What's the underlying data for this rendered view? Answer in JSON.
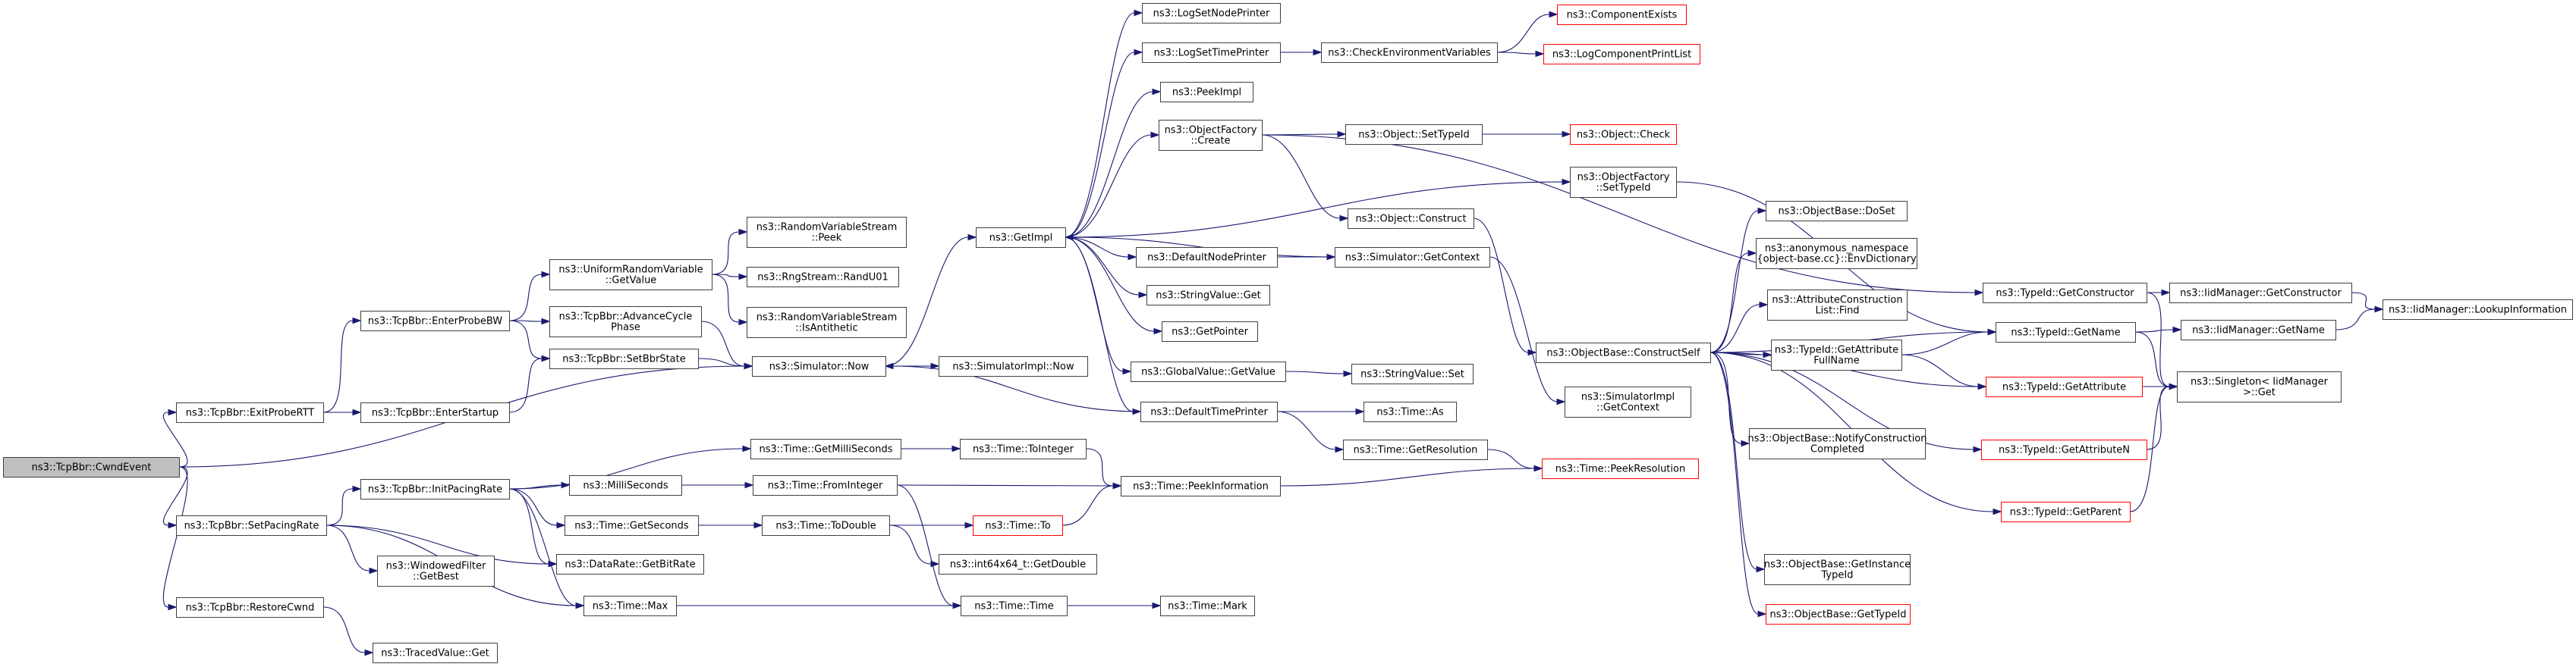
{
  "colors": {
    "node_border": "#404040",
    "node_fill": "#ffffff",
    "root_fill": "#bfbfbf",
    "external_border": "#ff0000",
    "edge": "#191970"
  },
  "nodes": [
    {
      "id": "cwndevent",
      "lines": [
        "ns3::TcpBbr::CwndEvent"
      ],
      "style": "root"
    },
    {
      "id": "exitprobertt",
      "lines": [
        "ns3::TcpBbr::ExitProbeRTT"
      ],
      "style": "normal"
    },
    {
      "id": "setpacingrate",
      "lines": [
        "ns3::TcpBbr::SetPacingRate"
      ],
      "style": "normal"
    },
    {
      "id": "restorecwnd",
      "lines": [
        "ns3::TcpBbr::RestoreCwnd"
      ],
      "style": "normal"
    },
    {
      "id": "enterprobebw",
      "lines": [
        "ns3::TcpBbr::EnterProbeBW"
      ],
      "style": "normal"
    },
    {
      "id": "enterstartup",
      "lines": [
        "ns3::TcpBbr::EnterStartup"
      ],
      "style": "normal"
    },
    {
      "id": "initpacingrate",
      "lines": [
        "ns3::TcpBbr::InitPacingRate"
      ],
      "style": "normal"
    },
    {
      "id": "windowedgetbest",
      "lines": [
        "ns3::WindowedFilter",
        "::GetBest"
      ],
      "style": "normal"
    },
    {
      "id": "tracedget",
      "lines": [
        "ns3::TracedValue::Get"
      ],
      "style": "normal"
    },
    {
      "id": "urvgetvalue",
      "lines": [
        "ns3::UniformRandomVariable",
        "::GetValue"
      ],
      "style": "normal"
    },
    {
      "id": "advancecycle",
      "lines": [
        "ns3::TcpBbr::AdvanceCycle",
        "Phase"
      ],
      "style": "normal"
    },
    {
      "id": "setbbrstate",
      "lines": [
        "ns3::TcpBbr::SetBbrState"
      ],
      "style": "normal"
    },
    {
      "id": "milliseconds",
      "lines": [
        "ns3::MilliSeconds"
      ],
      "style": "normal"
    },
    {
      "id": "getmilliseconds",
      "lines": [
        "ns3::Time::GetMilliSeconds"
      ],
      "style": "normal"
    },
    {
      "id": "getseconds",
      "lines": [
        "ns3::Time::GetSeconds"
      ],
      "style": "normal"
    },
    {
      "id": "getbitrate",
      "lines": [
        "ns3::DataRate::GetBitRate"
      ],
      "style": "normal"
    },
    {
      "id": "timemax",
      "lines": [
        "ns3::Time::Max"
      ],
      "style": "normal"
    },
    {
      "id": "rvspeek",
      "lines": [
        "ns3::RandomVariableStream",
        "::Peek"
      ],
      "style": "normal"
    },
    {
      "id": "randu01",
      "lines": [
        "ns3::RngStream::RandU01"
      ],
      "style": "normal"
    },
    {
      "id": "isantithetic",
      "lines": [
        "ns3::RandomVariableStream",
        "::IsAntithetic"
      ],
      "style": "normal"
    },
    {
      "id": "simnow",
      "lines": [
        "ns3::Simulator::Now"
      ],
      "style": "normal"
    },
    {
      "id": "fromint",
      "lines": [
        "ns3::Time::FromInteger"
      ],
      "style": "normal"
    },
    {
      "id": "toint",
      "lines": [
        "ns3::Time::ToInteger"
      ],
      "style": "normal"
    },
    {
      "id": "todouble",
      "lines": [
        "ns3::Time::ToDouble"
      ],
      "style": "normal"
    },
    {
      "id": "simimplnow",
      "lines": [
        "ns3::SimulatorImpl::Now"
      ],
      "style": "normal"
    },
    {
      "id": "getimpl",
      "lines": [
        "ns3::GetImpl"
      ],
      "style": "normal"
    },
    {
      "id": "peekinfo",
      "lines": [
        "ns3::Time::PeekInformation"
      ],
      "style": "normal"
    },
    {
      "id": "timeto",
      "lines": [
        "ns3::Time::To"
      ],
      "style": "external"
    },
    {
      "id": "int64getdouble",
      "lines": [
        "ns3::int64x64_t::GetDouble"
      ],
      "style": "normal"
    },
    {
      "id": "timetime",
      "lines": [
        "ns3::Time::Time"
      ],
      "style": "normal"
    },
    {
      "id": "logsetnode",
      "lines": [
        "ns3::LogSetNodePrinter"
      ],
      "style": "normal"
    },
    {
      "id": "logsettime",
      "lines": [
        "ns3::LogSetTimePrinter"
      ],
      "style": "normal"
    },
    {
      "id": "peekimpl",
      "lines": [
        "ns3::PeekImpl"
      ],
      "style": "normal"
    },
    {
      "id": "ofcreate",
      "lines": [
        "ns3::ObjectFactory",
        "::Create"
      ],
      "style": "normal"
    },
    {
      "id": "defnodeprinter",
      "lines": [
        "ns3::DefaultNodePrinter"
      ],
      "style": "normal"
    },
    {
      "id": "stringvalget",
      "lines": [
        "ns3::StringValue::Get"
      ],
      "style": "normal"
    },
    {
      "id": "getpointer",
      "lines": [
        "ns3::GetPointer"
      ],
      "style": "normal"
    },
    {
      "id": "globalgetvalue",
      "lines": [
        "ns3::GlobalValue::GetValue"
      ],
      "style": "normal"
    },
    {
      "id": "deftimeprinter",
      "lines": [
        "ns3::DefaultTimePrinter"
      ],
      "style": "normal"
    },
    {
      "id": "timemark",
      "lines": [
        "ns3::Time::Mark"
      ],
      "style": "normal"
    },
    {
      "id": "checkenv",
      "lines": [
        "ns3::CheckEnvironmentVariables"
      ],
      "style": "normal"
    },
    {
      "id": "objsettypeid",
      "lines": [
        "ns3::Object::SetTypeId"
      ],
      "style": "normal"
    },
    {
      "id": "objconstruct",
      "lines": [
        "ns3::Object::Construct"
      ],
      "style": "normal"
    },
    {
      "id": "simgetcontext",
      "lines": [
        "ns3::Simulator::GetContext"
      ],
      "style": "normal"
    },
    {
      "id": "stringvalset",
      "lines": [
        "ns3::StringValue::Set"
      ],
      "style": "normal"
    },
    {
      "id": "timeas",
      "lines": [
        "ns3::Time::As"
      ],
      "style": "normal"
    },
    {
      "id": "getresolution",
      "lines": [
        "ns3::Time::GetResolution"
      ],
      "style": "normal"
    },
    {
      "id": "compexists",
      "lines": [
        "ns3::ComponentExists"
      ],
      "style": "external"
    },
    {
      "id": "logcomplist",
      "lines": [
        "ns3::LogComponentPrintList"
      ],
      "style": "external"
    },
    {
      "id": "objcheck",
      "lines": [
        "ns3::Object::Check"
      ],
      "style": "external"
    },
    {
      "id": "ofsettypeid",
      "lines": [
        "ns3::ObjectFactory",
        "::SetTypeId"
      ],
      "style": "normal"
    },
    {
      "id": "constructself",
      "lines": [
        "ns3::ObjectBase::ConstructSelf"
      ],
      "style": "normal"
    },
    {
      "id": "simimplgetcontext",
      "lines": [
        "ns3::SimulatorImpl",
        "::GetContext"
      ],
      "style": "normal"
    },
    {
      "id": "peekresolution",
      "lines": [
        "ns3::Time::PeekResolution"
      ],
      "style": "external"
    },
    {
      "id": "doset",
      "lines": [
        "ns3::ObjectBase::DoSet"
      ],
      "style": "normal"
    },
    {
      "id": "envdict",
      "lines": [
        "ns3::anonymous_namespace",
        "{object-base.cc}::EnvDictionary"
      ],
      "style": "normal"
    },
    {
      "id": "attrlistfind",
      "lines": [
        "ns3::AttributeConstruction",
        "List::Find"
      ],
      "style": "normal"
    },
    {
      "id": "getattrfull",
      "lines": [
        "ns3::TypeId::GetAttribute",
        "FullName"
      ],
      "style": "normal"
    },
    {
      "id": "notifyconstruct",
      "lines": [
        "ns3::ObjectBase::NotifyConstruction",
        "Completed"
      ],
      "style": "normal"
    },
    {
      "id": "getinstancetypeid",
      "lines": [
        "ns3::ObjectBase::GetInstance",
        "TypeId"
      ],
      "style": "normal"
    },
    {
      "id": "obgettypeid",
      "lines": [
        "ns3::ObjectBase::GetTypeId"
      ],
      "style": "external"
    },
    {
      "id": "getconstructor",
      "lines": [
        "ns3::TypeId::GetConstructor"
      ],
      "style": "normal"
    },
    {
      "id": "getname",
      "lines": [
        "ns3::TypeId::GetName"
      ],
      "style": "normal"
    },
    {
      "id": "getattribute",
      "lines": [
        "ns3::TypeId::GetAttribute"
      ],
      "style": "external"
    },
    {
      "id": "getattributen",
      "lines": [
        "ns3::TypeId::GetAttributeN"
      ],
      "style": "external"
    },
    {
      "id": "getparent",
      "lines": [
        "ns3::TypeId::GetParent"
      ],
      "style": "external"
    },
    {
      "id": "iidgetconstructor",
      "lines": [
        "ns3::IidManager::GetConstructor"
      ],
      "style": "normal"
    },
    {
      "id": "iidgetname",
      "lines": [
        "ns3::IidManager::GetName"
      ],
      "style": "normal"
    },
    {
      "id": "singletonget",
      "lines": [
        "ns3::Singleton< IidManager",
        " >::Get"
      ],
      "style": "normal"
    },
    {
      "id": "lookupinfo",
      "lines": [
        "ns3::IidManager::LookupInformation"
      ],
      "style": "normal"
    }
  ],
  "edges": [
    [
      "cwndevent",
      "exitprobertt"
    ],
    [
      "cwndevent",
      "setpacingrate"
    ],
    [
      "cwndevent",
      "restorecwnd"
    ],
    [
      "cwndevent",
      "simnow"
    ],
    [
      "exitprobertt",
      "enterprobebw"
    ],
    [
      "exitprobertt",
      "enterstartup"
    ],
    [
      "setpacingrate",
      "initpacingrate"
    ],
    [
      "setpacingrate",
      "windowedgetbest"
    ],
    [
      "setpacingrate",
      "getbitrate"
    ],
    [
      "setpacingrate",
      "timemax"
    ],
    [
      "restorecwnd",
      "tracedget"
    ],
    [
      "enterprobebw",
      "urvgetvalue"
    ],
    [
      "enterprobebw",
      "advancecycle"
    ],
    [
      "enterprobebw",
      "setbbrstate"
    ],
    [
      "enterstartup",
      "setbbrstate"
    ],
    [
      "initpacingrate",
      "getmilliseconds"
    ],
    [
      "initpacingrate",
      "milliseconds"
    ],
    [
      "initpacingrate",
      "getseconds"
    ],
    [
      "initpacingrate",
      "getbitrate"
    ],
    [
      "initpacingrate",
      "timemax"
    ],
    [
      "urvgetvalue",
      "rvspeek"
    ],
    [
      "urvgetvalue",
      "randu01"
    ],
    [
      "urvgetvalue",
      "isantithetic"
    ],
    [
      "advancecycle",
      "simnow"
    ],
    [
      "setbbrstate",
      "simnow"
    ],
    [
      "milliseconds",
      "fromint"
    ],
    [
      "getmilliseconds",
      "toint"
    ],
    [
      "getseconds",
      "todouble"
    ],
    [
      "timemax",
      "timetime"
    ],
    [
      "simnow",
      "simimplnow"
    ],
    [
      "simnow",
      "getimpl"
    ],
    [
      "fromint",
      "peekinfo"
    ],
    [
      "fromint",
      "timetime"
    ],
    [
      "toint",
      "peekinfo"
    ],
    [
      "todouble",
      "timeto"
    ],
    [
      "todouble",
      "int64getdouble"
    ],
    [
      "timeto",
      "peekinfo"
    ],
    [
      "timetime",
      "timemark"
    ],
    [
      "getimpl",
      "logsetnode"
    ],
    [
      "getimpl",
      "logsettime"
    ],
    [
      "getimpl",
      "peekimpl"
    ],
    [
      "getimpl",
      "ofcreate"
    ],
    [
      "getimpl",
      "ofsettypeid"
    ],
    [
      "getimpl",
      "defnodeprinter"
    ],
    [
      "getimpl",
      "stringvalget"
    ],
    [
      "getimpl",
      "getpointer"
    ],
    [
      "getimpl",
      "globalgetvalue"
    ],
    [
      "getimpl",
      "deftimeprinter"
    ],
    [
      "logsettime",
      "checkenv"
    ],
    [
      "checkenv",
      "compexists"
    ],
    [
      "checkenv",
      "logcomplist"
    ],
    [
      "ofcreate",
      "objsettypeid"
    ],
    [
      "ofcreate",
      "objconstruct"
    ],
    [
      "ofcreate",
      "getconstructor"
    ],
    [
      "objsettypeid",
      "objcheck"
    ],
    [
      "objconstruct",
      "constructself"
    ],
    [
      "ofsettypeid",
      "getname"
    ],
    [
      "defnodeprinter",
      "simgetcontext"
    ],
    [
      "simgetcontext",
      "getimpl"
    ],
    [
      "simgetcontext",
      "simimplgetcontext"
    ],
    [
      "globalgetvalue",
      "stringvalset"
    ],
    [
      "deftimeprinter",
      "simnow"
    ],
    [
      "deftimeprinter",
      "timeas"
    ],
    [
      "deftimeprinter",
      "getresolution"
    ],
    [
      "getresolution",
      "peekresolution"
    ],
    [
      "peekinfo",
      "peekresolution"
    ],
    [
      "constructself",
      "doset"
    ],
    [
      "constructself",
      "envdict"
    ],
    [
      "constructself",
      "attrlistfind"
    ],
    [
      "constructself",
      "getattrfull"
    ],
    [
      "constructself",
      "notifyconstruct"
    ],
    [
      "constructself",
      "getinstancetypeid"
    ],
    [
      "constructself",
      "obgettypeid"
    ],
    [
      "constructself",
      "getname"
    ],
    [
      "constructself",
      "getattribute"
    ],
    [
      "constructself",
      "getattributen"
    ],
    [
      "constructself",
      "getparent"
    ],
    [
      "getattrfull",
      "getname"
    ],
    [
      "getattrfull",
      "getattribute"
    ],
    [
      "getconstructor",
      "iidgetconstructor"
    ],
    [
      "getconstructor",
      "singletonget"
    ],
    [
      "getname",
      "iidgetname"
    ],
    [
      "getname",
      "singletonget"
    ],
    [
      "getattribute",
      "singletonget"
    ],
    [
      "getattributen",
      "singletonget"
    ],
    [
      "getparent",
      "singletonget"
    ],
    [
      "iidgetconstructor",
      "lookupinfo"
    ],
    [
      "iidgetname",
      "lookupinfo"
    ]
  ]
}
